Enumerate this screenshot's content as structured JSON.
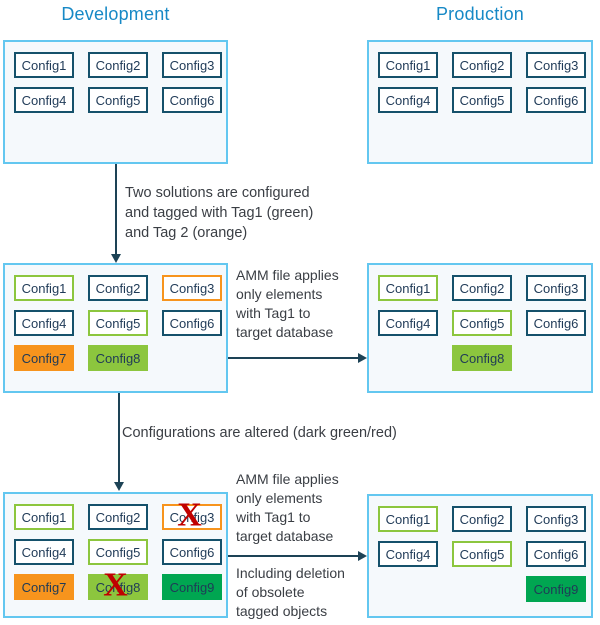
{
  "headers": {
    "development": "Development",
    "production": "Production"
  },
  "colors": {
    "header_blue": "#1789C6",
    "panel_border": "#63C7F0",
    "panel_fill": "#F5F9FC",
    "chip_border_navy": "#15516B",
    "chip_text": "#1F3A57",
    "tag1_green": "#8CC63E",
    "tag2_orange": "#F7941D",
    "altered_dark_green": "#00A651",
    "delete_red": "#C00000",
    "arrow": "#1D4356",
    "body_text": "#3A3E44"
  },
  "delete_mark": "X",
  "panels": {
    "dev_initial": {
      "chips": [
        {
          "label": "Config1",
          "variant": "plain"
        },
        {
          "label": "Config2",
          "variant": "plain"
        },
        {
          "label": "Config3",
          "variant": "plain"
        },
        {
          "label": "Config4",
          "variant": "plain"
        },
        {
          "label": "Config5",
          "variant": "plain"
        },
        {
          "label": "Config6",
          "variant": "plain"
        }
      ]
    },
    "prod_initial": {
      "chips": [
        {
          "label": "Config1",
          "variant": "plain"
        },
        {
          "label": "Config2",
          "variant": "plain"
        },
        {
          "label": "Config3",
          "variant": "plain"
        },
        {
          "label": "Config4",
          "variant": "plain"
        },
        {
          "label": "Config5",
          "variant": "plain"
        },
        {
          "label": "Config6",
          "variant": "plain"
        }
      ]
    },
    "dev_tagged": {
      "chips": [
        {
          "label": "Config1",
          "variant": "green-border"
        },
        {
          "label": "Config2",
          "variant": "plain"
        },
        {
          "label": "Config3",
          "variant": "orange-border"
        },
        {
          "label": "Config4",
          "variant": "plain"
        },
        {
          "label": "Config5",
          "variant": "green-border"
        },
        {
          "label": "Config6",
          "variant": "plain"
        },
        {
          "label": "Config7",
          "variant": "orange-fill"
        },
        {
          "label": "Config8",
          "variant": "green-fill"
        }
      ]
    },
    "prod_after_first": {
      "chips": [
        {
          "label": "Config1",
          "variant": "green-border"
        },
        {
          "label": "Config2",
          "variant": "plain"
        },
        {
          "label": "Config3",
          "variant": "plain"
        },
        {
          "label": "Config4",
          "variant": "plain"
        },
        {
          "label": "Config5",
          "variant": "green-border"
        },
        {
          "label": "Config6",
          "variant": "plain"
        },
        {
          "label": "Config8",
          "variant": "green-fill",
          "col": 2
        }
      ]
    },
    "dev_altered": {
      "chips": [
        {
          "label": "Config1",
          "variant": "green-border"
        },
        {
          "label": "Config2",
          "variant": "plain"
        },
        {
          "label": "Config3",
          "variant": "orange-border",
          "deleted": true
        },
        {
          "label": "Config4",
          "variant": "plain"
        },
        {
          "label": "Config5",
          "variant": "green-border"
        },
        {
          "label": "Config6",
          "variant": "plain"
        },
        {
          "label": "Config7",
          "variant": "orange-fill"
        },
        {
          "label": "Config8",
          "variant": "green-fill",
          "deleted": true
        },
        {
          "label": "Config9",
          "variant": "darkgreen-fill"
        }
      ]
    },
    "prod_after_second": {
      "chips": [
        {
          "label": "Config1",
          "variant": "green-border"
        },
        {
          "label": "Config2",
          "variant": "plain"
        },
        {
          "label": "Config3",
          "variant": "plain"
        },
        {
          "label": "Config4",
          "variant": "plain"
        },
        {
          "label": "Config5",
          "variant": "green-border"
        },
        {
          "label": "Config6",
          "variant": "plain"
        },
        {
          "label": "Config9",
          "variant": "darkgreen-fill",
          "col": 3
        }
      ]
    }
  },
  "annotations": {
    "step1": {
      "lines": [
        "Two solutions are configured",
        "and tagged with Tag1 (green)",
        "and Tag 2 (orange)"
      ]
    },
    "step2": {
      "text": "Configurations are altered (dark green/red)"
    },
    "amm1": {
      "lines": [
        "AMM file applies",
        "only elements",
        "with Tag1 to",
        "target database"
      ]
    },
    "amm2": {
      "lines": [
        "AMM file applies",
        "only elements",
        "with Tag1 to",
        "target database"
      ]
    },
    "amm2_extra": {
      "lines": [
        "Including deletion",
        "of obsolete",
        "tagged objects"
      ]
    }
  }
}
